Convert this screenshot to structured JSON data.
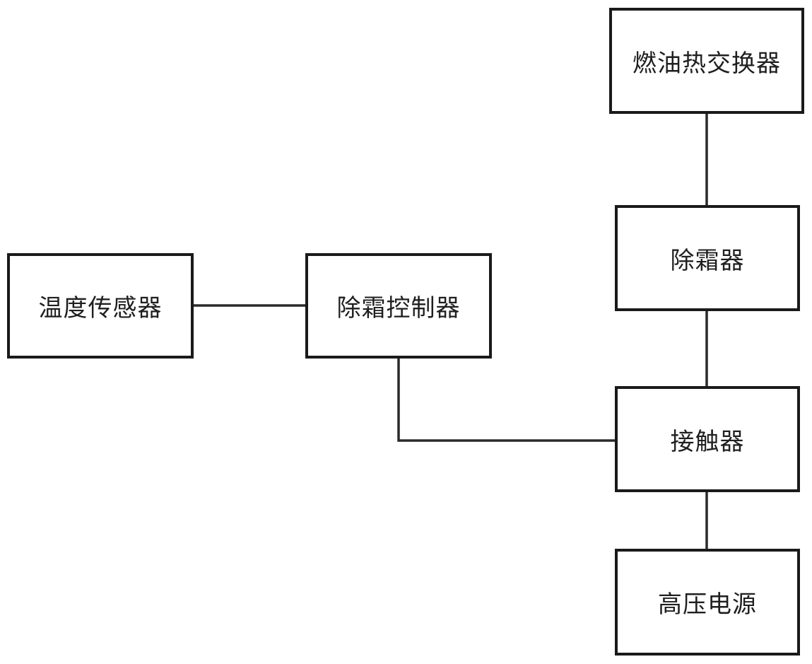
{
  "nodes": {
    "temp_sensor": "温度传感器",
    "controller": "除霜控制器",
    "heat_exchanger": "燃油热交换器",
    "defroster": "除霜器",
    "contactor": "接触器",
    "power_supply": "高压电源"
  },
  "edges": [
    {
      "from": "temp_sensor",
      "to": "controller"
    },
    {
      "from": "controller",
      "to": "contactor"
    },
    {
      "from": "heat_exchanger",
      "to": "defroster"
    },
    {
      "from": "defroster",
      "to": "contactor"
    },
    {
      "from": "contactor",
      "to": "power_supply"
    }
  ]
}
